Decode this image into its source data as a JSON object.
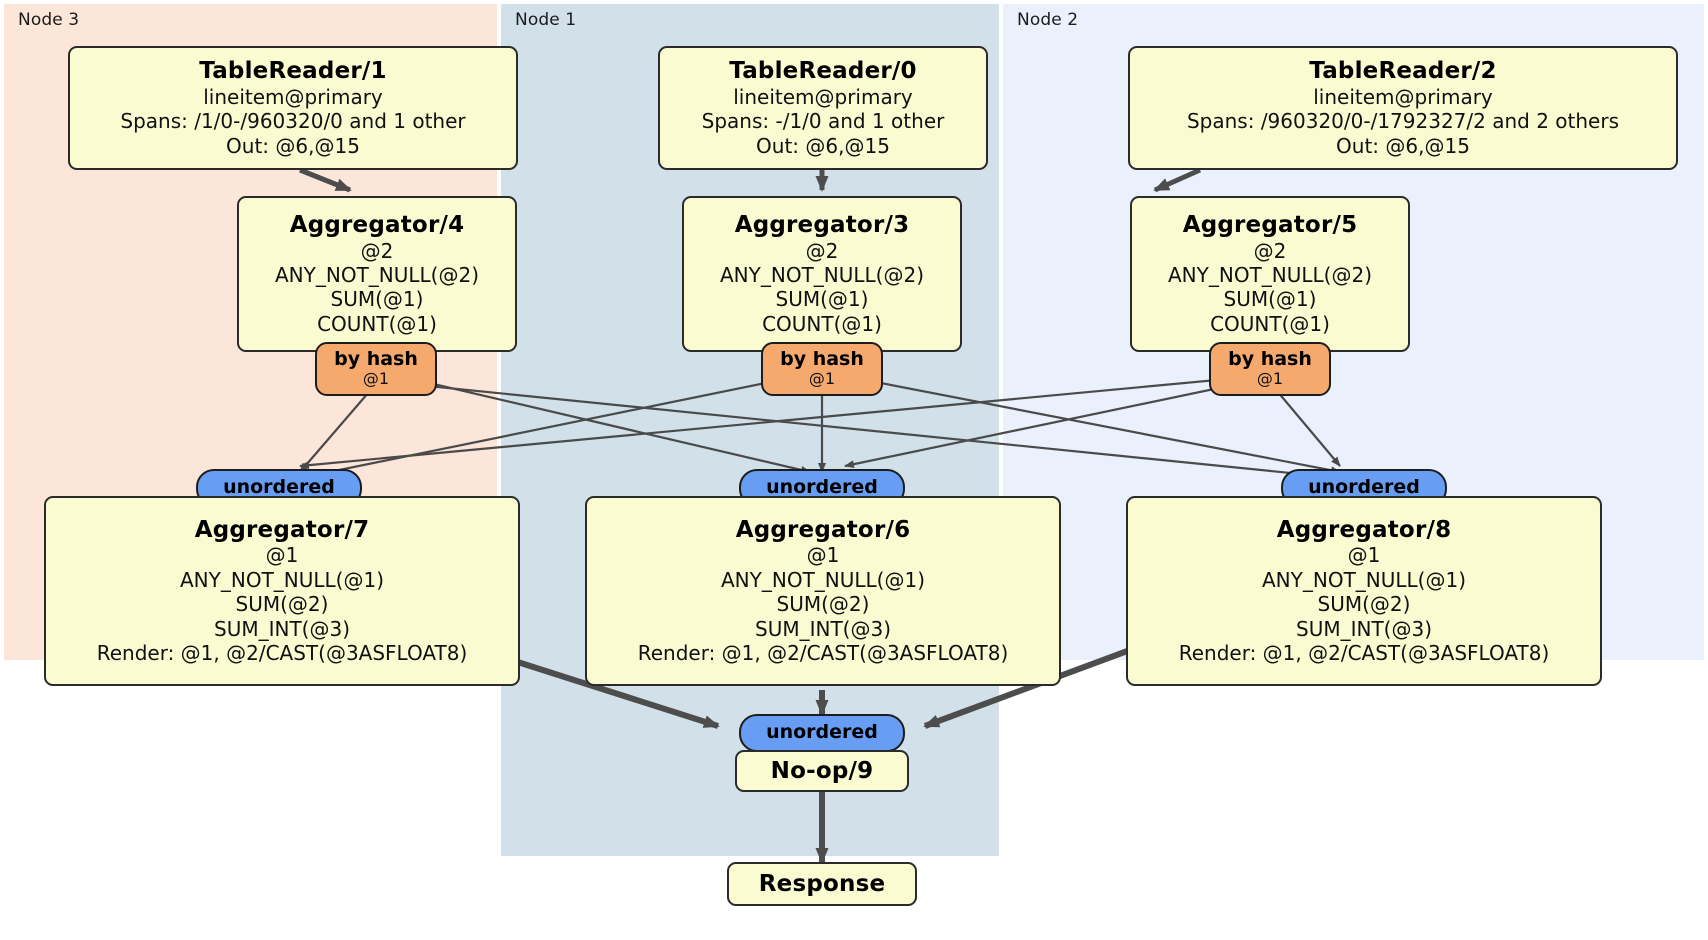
{
  "diagram": {
    "type": "distributed-query-plan",
    "colors": {
      "node3_panel": "#fce6d9",
      "node1_panel": "#d2e0e9",
      "node2_panel": "#eaf1fc",
      "box_fill": "#fbfbd2",
      "box_stroke": "#2b2b2b",
      "hash_badge": "#f6a96d",
      "unordered_badge": "#679ef3",
      "thin_edge": "#4a4a4a",
      "thick_edge": "#4d4d4d"
    }
  },
  "panels": [
    {
      "id": "node3",
      "label": "Node 3"
    },
    {
      "id": "node1",
      "label": "Node 1"
    },
    {
      "id": "node2",
      "label": "Node 2"
    }
  ],
  "readers": {
    "tr1": {
      "title": "TableReader/1",
      "table": "lineitem@primary",
      "spans": "Spans: /1/0-/960320/0 and 1 other",
      "out": "Out: @6,@15"
    },
    "tr0": {
      "title": "TableReader/0",
      "table": "lineitem@primary",
      "spans": "Spans: -/1/0 and 1 other",
      "out": "Out: @6,@15"
    },
    "tr2": {
      "title": "TableReader/2",
      "table": "lineitem@primary",
      "spans": "Spans: /960320/0-/1792327/2 and 2 others",
      "out": "Out: @6,@15"
    }
  },
  "aggregators_top": {
    "agg4": {
      "title": "Aggregator/4",
      "group": "@2",
      "f1": "ANY_NOT_NULL(@2)",
      "f2": "SUM(@1)",
      "f3": "COUNT(@1)"
    },
    "agg3": {
      "title": "Aggregator/3",
      "group": "@2",
      "f1": "ANY_NOT_NULL(@2)",
      "f2": "SUM(@1)",
      "f3": "COUNT(@1)"
    },
    "agg5": {
      "title": "Aggregator/5",
      "group": "@2",
      "f1": "ANY_NOT_NULL(@2)",
      "f2": "SUM(@1)",
      "f3": "COUNT(@1)"
    }
  },
  "aggregators_bottom": {
    "agg7": {
      "title": "Aggregator/7",
      "group": "@1",
      "f1": "ANY_NOT_NULL(@1)",
      "f2": "SUM(@2)",
      "f3": "SUM_INT(@3)",
      "render": "Render: @1, @2/CAST(@3ASFLOAT8)"
    },
    "agg6": {
      "title": "Aggregator/6",
      "group": "@1",
      "f1": "ANY_NOT_NULL(@1)",
      "f2": "SUM(@2)",
      "f3": "SUM_INT(@3)",
      "render": "Render: @1, @2/CAST(@3ASFLOAT8)"
    },
    "agg8": {
      "title": "Aggregator/8",
      "group": "@1",
      "f1": "ANY_NOT_NULL(@1)",
      "f2": "SUM(@2)",
      "f3": "SUM_INT(@3)",
      "render": "Render: @1, @2/CAST(@3ASFLOAT8)"
    }
  },
  "hash_badges": {
    "h4": {
      "label": "by hash",
      "column": "@1"
    },
    "h3": {
      "label": "by hash",
      "column": "@1"
    },
    "h5": {
      "label": "by hash",
      "column": "@1"
    }
  },
  "unordered_badges": {
    "u7": {
      "label": "unordered"
    },
    "u6": {
      "label": "unordered"
    },
    "u8": {
      "label": "unordered"
    },
    "ufinal": {
      "label": "unordered"
    }
  },
  "terminal": {
    "noop": {
      "title": "No-op/9"
    },
    "response": {
      "title": "Response"
    }
  }
}
